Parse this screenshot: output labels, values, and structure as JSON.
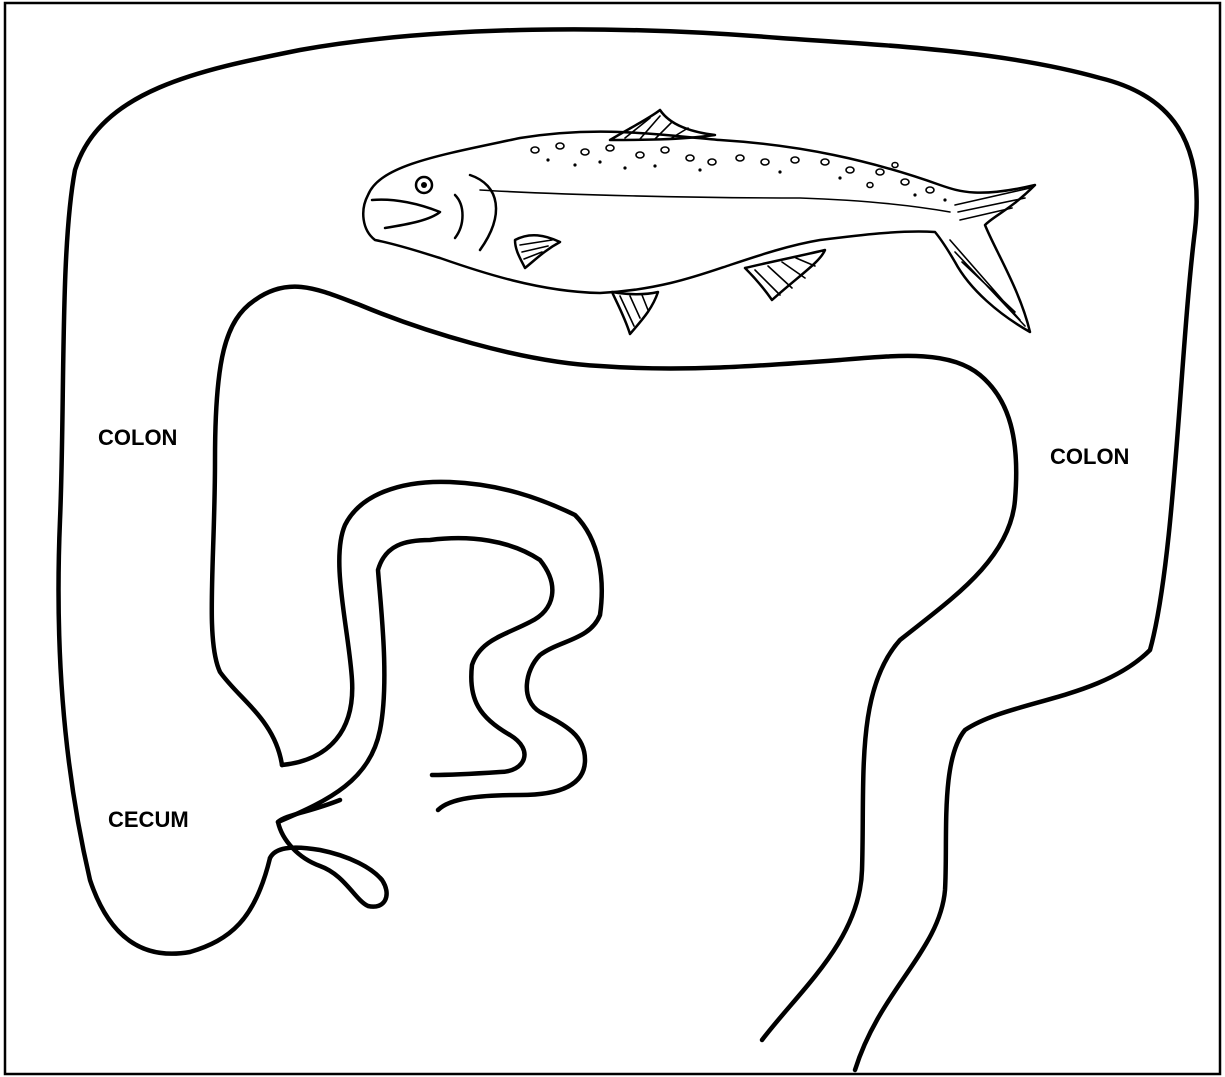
{
  "labels": {
    "colon_left": "COLON",
    "colon_right": "COLON",
    "cecum": "CECUM"
  },
  "colors": {
    "line": "#000000",
    "background": "#ffffff"
  },
  "icons": {
    "fish": "fish-illustration"
  }
}
